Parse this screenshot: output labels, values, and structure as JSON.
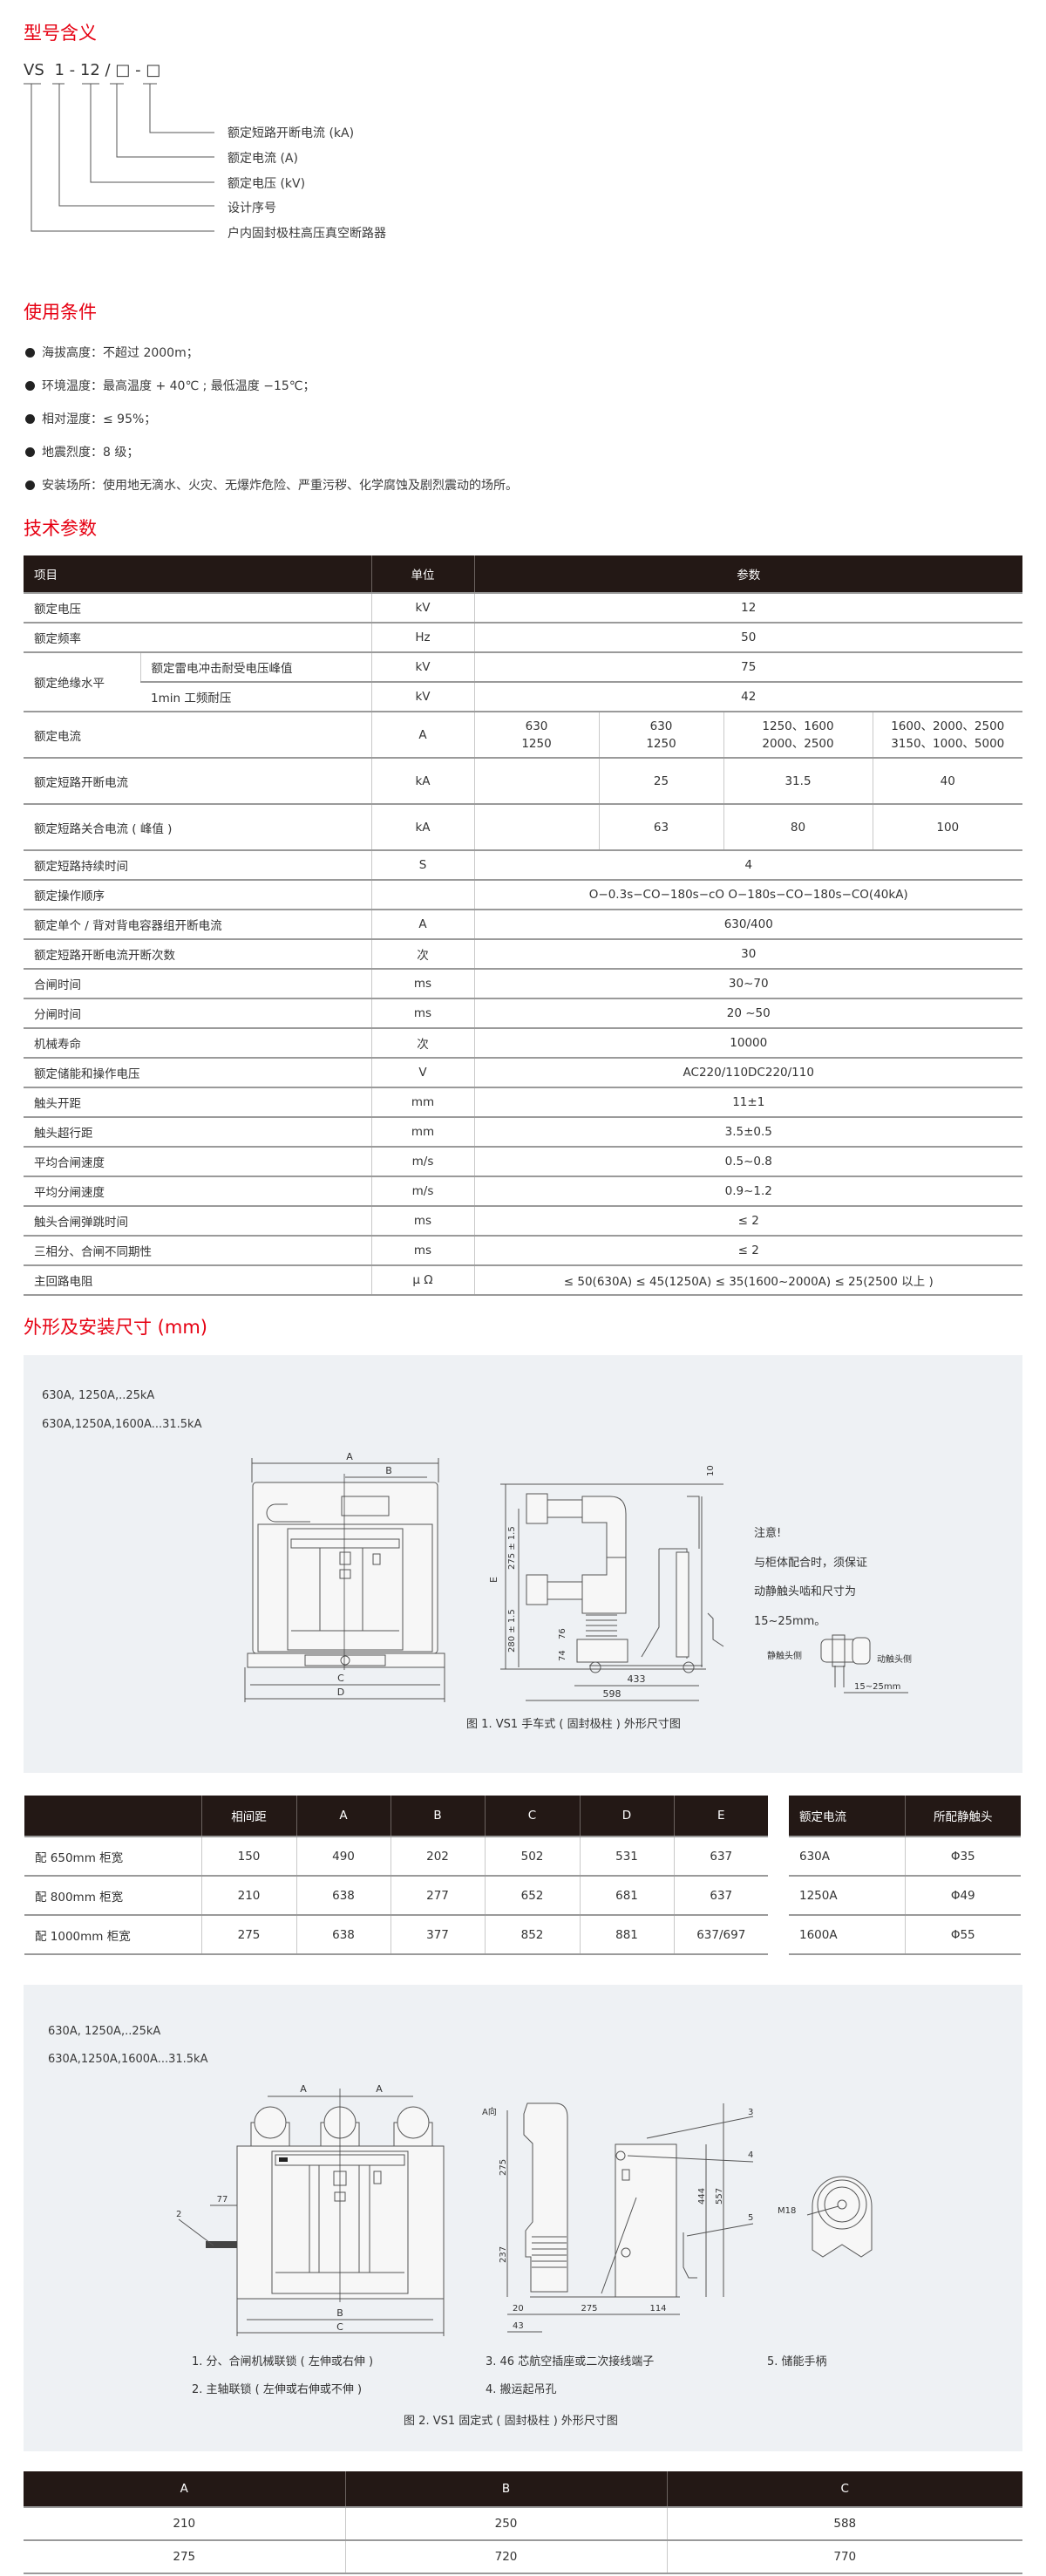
{
  "colors": {
    "accent": "#e60012",
    "table_header": "#231815",
    "panel_bg": "#eef1f4"
  },
  "model": {
    "title": "型号含义",
    "code_parts": [
      "VS",
      "1",
      "-",
      "12",
      "/",
      "□",
      "-",
      "□"
    ],
    "meanings": [
      "额定短路开断电流 (kA)",
      "额定电流 (A)",
      "额定电压 (kV)",
      "设计序号",
      "户内固封极柱高压真空断路器"
    ]
  },
  "conditions": {
    "title": "使用条件",
    "items": [
      "海拔高度：不超过 2000m；",
      "环境温度：最高温度 + 40℃ ; 最低温度 −15℃；",
      "相对湿度：≤ 95%；",
      "地震烈度：8 级；",
      "安装场所：使用地无滴水、火灾、无爆炸危险、严重污秽、化学腐蚀及剧烈震动的场所。"
    ]
  },
  "tech": {
    "title": "技术参数",
    "headers": [
      "项目",
      "单位",
      "参数"
    ],
    "rows": [
      {
        "item": "额定电压",
        "unit": "kV",
        "value": "12"
      },
      {
        "item": "额定频率",
        "unit": "Hz",
        "value": "50"
      },
      {
        "item": "额定绝缘水平",
        "sub": "额定雷电冲击耐受电压峰值",
        "unit": "kV",
        "value": "75"
      },
      {
        "sub": "1min 工频耐压",
        "unit": "kV",
        "value": "42"
      },
      {
        "item": "额定电流",
        "unit": "A",
        "values": [
          "630\n1250",
          "630\n1250",
          "1250、1600\n2000、2500",
          "1600、2000、2500\n3150、1000、5000"
        ]
      },
      {
        "item": "额定短路开断电流",
        "unit": "kA",
        "values": [
          "",
          "25",
          "31.5",
          "40"
        ]
      },
      {
        "item": "额定短路关合电流 ( 峰值 )",
        "unit": "kA",
        "values": [
          "",
          "63",
          "80",
          "100"
        ]
      },
      {
        "item": "额定短路持续时间",
        "unit": "S",
        "value": "4"
      },
      {
        "item": "额定操作顺序",
        "unit": "",
        "value": "O−0.3s−CO−180s−cO  O−180s−CO−180s−CO(40kA)"
      },
      {
        "item": "额定单个 / 背对背电容器组开断电流",
        "unit": "A",
        "value": "630/400"
      },
      {
        "item": "额定短路开断电流开断次数",
        "unit": "次",
        "value": "30"
      },
      {
        "item": "合闸时间",
        "unit": "ms",
        "value": "30~70"
      },
      {
        "item": "分闸时间",
        "unit": "ms",
        "value": "20 ~50"
      },
      {
        "item": "机械寿命",
        "unit": "次",
        "value": "10000"
      },
      {
        "item": "额定储能和操作电压",
        "unit": "V",
        "value": "AC220/110DC220/110"
      },
      {
        "item": "触头开距",
        "unit": "mm",
        "value": "11±1"
      },
      {
        "item": "触头超行距",
        "unit": "mm",
        "value": "3.5±0.5"
      },
      {
        "item": "平均合闸速度",
        "unit": "m/s",
        "value": "0.5~0.8"
      },
      {
        "item": "平均分闸速度",
        "unit": "m/s",
        "value": "0.9~1.2"
      },
      {
        "item": "触头合闸弹跳时间",
        "unit": "ms",
        "value": "≤ 2"
      },
      {
        "item": "三相分、合闸不同期性",
        "unit": "ms",
        "value": "≤ 2"
      },
      {
        "item": "主回路电阻",
        "unit": "μ Ω",
        "value": "≤ 50(630A) ≤ 45(1250A)  ≤ 35(1600~2000A) ≤ 25(2500 以上 )"
      }
    ]
  },
  "dims": {
    "title": "外形及安装尺寸 (mm)",
    "fig1": {
      "ratings": [
        "630A, 1250A,..25kA",
        "630A,1250A,1600A...31.5kA"
      ],
      "labels": {
        "A": "A",
        "B": "B",
        "C": "C",
        "D": "D",
        "E": "E",
        "d10": "10",
        "d275": "275 ± 1.5",
        "d280": "280 ± 1.5",
        "d76": "76",
        "d74": "74",
        "d433": "433",
        "d598": "598"
      },
      "note": [
        "注意!",
        "与柜体配合时，须保证",
        "动静触头啮和尺寸为",
        "15~25mm。"
      ],
      "contact": {
        "static": "静触头侧",
        "moving": "动触头侧",
        "range": "15~25mm"
      },
      "caption": "图 1. VS1 手车式 ( 固封极柱 ) 外形尺寸图"
    },
    "table1": {
      "headers": [
        "",
        "相间距",
        "A",
        "B",
        "C",
        "D",
        "E"
      ],
      "rows": [
        [
          "配 650mm 柜宽",
          "150",
          "490",
          "202",
          "502",
          "531",
          "637"
        ],
        [
          "配 800mm 柜宽",
          "210",
          "638",
          "277",
          "652",
          "681",
          "637"
        ],
        [
          "配 1000mm 柜宽",
          "275",
          "638",
          "377",
          "852",
          "881",
          "637/697"
        ]
      ]
    },
    "table2": {
      "headers": [
        "额定电流",
        "所配静触头"
      ],
      "rows": [
        [
          "630A",
          "Φ35"
        ],
        [
          "1250A",
          "Φ49"
        ],
        [
          "1600A",
          "Φ55"
        ]
      ]
    },
    "fig2": {
      "ratings": [
        "630A, 1250A,..25kA",
        "630A,1250A,1600A...31.5kA"
      ],
      "labels": {
        "A": "A",
        "B": "B",
        "C": "C",
        "d77": "77",
        "n2": "2",
        "n3": "3",
        "n4": "4",
        "n5": "5",
        "dir": "A向",
        "d275": "275",
        "d237": "237",
        "d444": "444",
        "d557": "557",
        "d20": "20",
        "d275b": "275",
        "d114": "114",
        "d43": "43",
        "m18": "M18"
      },
      "legend": [
        "1. 分、合闸机械联锁 ( 左伸或右伸 )",
        "2. 主轴联锁 ( 左伸或右伸或不伸 )",
        "3. 46 芯航空插座或二次接线端子",
        "4. 搬运起吊孔",
        "5. 储能手柄"
      ],
      "caption": "图 2. VS1 固定式 ( 固封极柱 ) 外形尺寸图"
    },
    "table3": {
      "headers": [
        "A",
        "B",
        "C"
      ],
      "rows": [
        [
          "210",
          "250",
          "588"
        ],
        [
          "275",
          "720",
          "770"
        ]
      ]
    }
  }
}
